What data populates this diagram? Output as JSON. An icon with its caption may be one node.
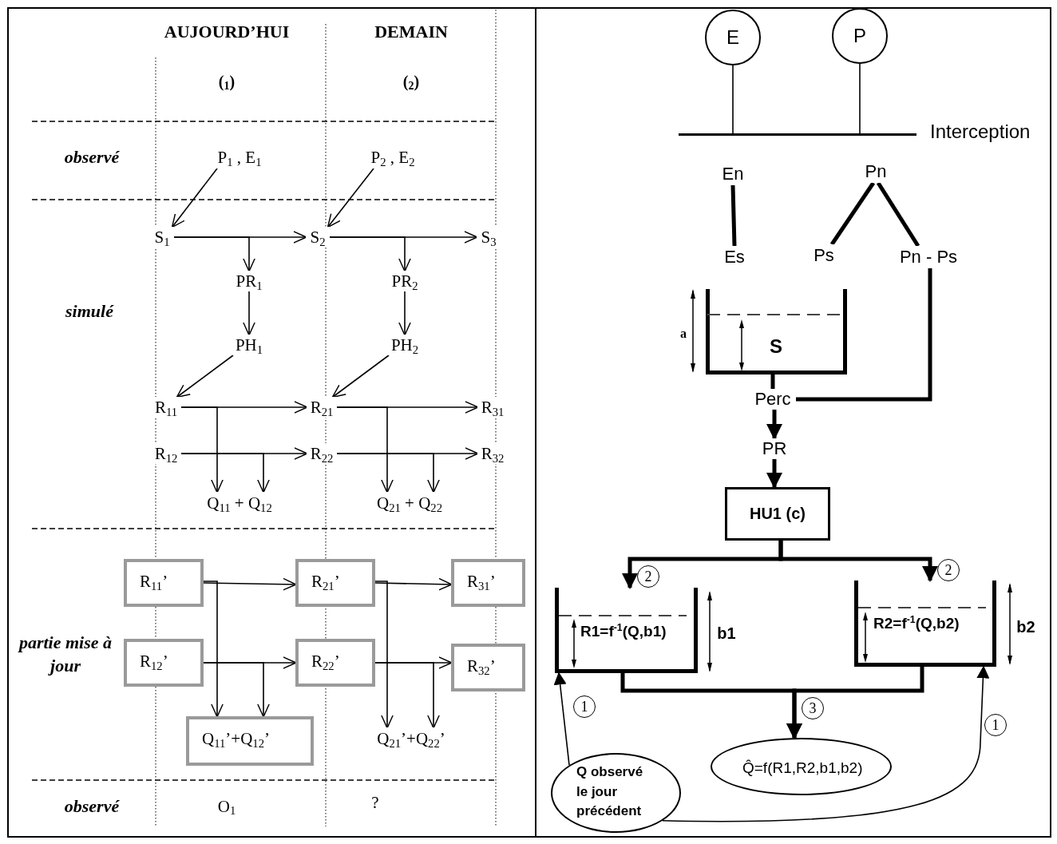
{
  "diagram": {
    "nodes": [
      {
        "text": [
          "P$_{1}$ , E$_{1}$"
        ]
      },
      {
        "text": [
          "P$_{2}$ , E$_{2}$"
        ]
      },
      {
        "text": [
          "S$_{1}$"
        ]
      },
      {
        "text": [
          "S$_{2}$"
        ]
      },
      {
        "text": [
          "S$_{3}$"
        ]
      },
      {
        "text": [
          "PR$_{1}$"
        ]
      },
      {
        "text": [
          "PR$_{2}$"
        ]
      },
      {
        "text": [
          "PH$_{1}$"
        ]
      },
      {
        "text": [
          "PH$_{2}$"
        ]
      },
      {
        "text": [
          "R$_{11}$"
        ]
      },
      {
        "text": [
          "R$_{21}$"
        ]
      },
      {
        "text": [
          "R$_{31}$"
        ]
      },
      {
        "text": [
          "R$_{12}$"
        ]
      },
      {
        "text": [
          "R$_{22}$"
        ]
      },
      {
        "text": [
          "R$_{32}$"
        ]
      },
      {
        "text": [
          "Q$_{11}$ + Q$_{12}$"
        ]
      },
      {
        "text": [
          "Q$_{21}$ + Q$_{22}$"
        ]
      },
      {
        "text": [
          "R$_{11}$’"
        ]
      },
      {
        "text": [
          "R$_{21}$’"
        ]
      },
      {
        "text": [
          "R$_{31}$’"
        ]
      },
      {
        "text": [
          "R$_{12}$’"
        ]
      },
      {
        "text": [
          "R$_{22}$’"
        ]
      },
      {
        "text": [
          "R$_{32}$’"
        ]
      },
      {
        "text": [
          "Q$_{11}$’+Q$_{12}$’"
        ]
      },
      {
        "text": [
          "Q$_{21}$’+Q$_{22}$’"
        ]
      },
      {
        "text": [
          "E"
        ]
      },
      {
        "text": [
          "P"
        ]
      },
      {
        "text": [],
        "shape": "bar",
        "beside": [
          "Interception"
        ]
      },
      {
        "text": [
          "En"
        ]
      },
      {
        "text": [
          "Es"
        ]
      },
      {
        "text": [
          "Pn"
        ]
      },
      {
        "text": [
          "Ps"
        ]
      },
      {
        "text": [
          "Pn - Ps"
        ]
      },
      {
        "text": [
          "S"
        ]
      },
      {
        "text": [
          "Perc"
        ]
      },
      {
        "text": [
          "PR"
        ]
      },
      {
        "text": [
          "HU1 (c)"
        ]
      },
      {
        "text": [
          "R1=f$^{-1}$(Q,b1)"
        ]
      },
      {
        "text": [
          "R2=f$^{-1}$(Q,b2)"
        ]
      },
      {
        "text": [
          "Q̂=f(R1,R2,b1,b2)"
        ]
      },
      {
        "text": [
          "Q observé le jour précédent"
        ]
      }
    ],
    "edges": [
      {
        "from": 0,
        "to": 2,
        "arrow": "to"
      },
      {
        "from": 1,
        "to": 3,
        "arrow": "to"
      },
      {
        "from": 2,
        "to": 3,
        "arrow": "to"
      },
      {
        "from": 3,
        "to": 4,
        "arrow": "to"
      },
      {
        "from": 2,
        "to": 5,
        "arrow": "to"
      },
      {
        "from": 3,
        "to": 6,
        "arrow": "to"
      },
      {
        "from": 5,
        "to": 7,
        "arrow": "to"
      },
      {
        "from": 6,
        "to": 8,
        "arrow": "to"
      },
      {
        "from": 7,
        "to": 9,
        "arrow": "to"
      },
      {
        "from": 8,
        "to": 10,
        "arrow": "to"
      },
      {
        "from": 9,
        "to": 10,
        "arrow": "to"
      },
      {
        "from": 10,
        "to": 11,
        "arrow": "to"
      },
      {
        "from": 12,
        "to": 13,
        "arrow": "to"
      },
      {
        "from": 13,
        "to": 14,
        "arrow": "to"
      },
      {
        "from": 9,
        "to": 15,
        "arrow": "to"
      },
      {
        "from": 12,
        "to": 15,
        "arrow": "to"
      },
      {
        "from": 10,
        "to": 16,
        "arrow": "to"
      },
      {
        "from": 13,
        "to": 16,
        "arrow": "to"
      },
      {
        "from": 17,
        "to": 18,
        "arrow": "to"
      },
      {
        "from": 18,
        "to": 19,
        "arrow": "to"
      },
      {
        "from": 20,
        "to": 21,
        "arrow": "to"
      },
      {
        "from": 21,
        "to": 22,
        "arrow": "to"
      },
      {
        "from": 17,
        "to": 23,
        "arrow": "to"
      },
      {
        "from": 20,
        "to": 23,
        "arrow": "to"
      },
      {
        "from": 18,
        "to": 24,
        "arrow": "to"
      },
      {
        "from": 21,
        "to": 24,
        "arrow": "to"
      },
      {
        "from": 25,
        "to": 27,
        "arrow": "none"
      },
      {
        "from": 26,
        "to": 27,
        "arrow": "none"
      },
      {
        "from": 28,
        "to": 29,
        "arrow": "none",
        "style": "thick"
      },
      {
        "from": 30,
        "to": 31,
        "arrow": "none",
        "style": "thick"
      },
      {
        "from": 30,
        "to": 32,
        "arrow": "none",
        "style": "thick"
      },
      {
        "from": 33,
        "to": 34,
        "arrow": "none",
        "style": "thick"
      },
      {
        "from": 32,
        "to": 34,
        "arrow": "none",
        "style": "thick"
      },
      {
        "from": 34,
        "to": 35,
        "arrow": "to",
        "style": "thick"
      },
      {
        "from": 35,
        "to": 36,
        "arrow": "to",
        "style": "thick"
      },
      {
        "from": 36,
        "to": 37,
        "arrow": "to",
        "style": "thick",
        "label": "2"
      },
      {
        "from": 36,
        "to": 38,
        "arrow": "to",
        "style": "thick",
        "label": "2"
      },
      {
        "from": 37,
        "to": 39,
        "arrow": "to",
        "style": "thick",
        "label": "3"
      },
      {
        "from": 38,
        "to": 39,
        "arrow": "to",
        "style": "thick"
      },
      {
        "from": 40,
        "to": 37,
        "arrow": "to",
        "label": "1"
      },
      {
        "from": 40,
        "to": 38,
        "arrow": "to",
        "label": "1"
      }
    ],
    "labels": [
      "AUJOURD’HUI",
      "DEMAIN",
      "($_{1}$)",
      "($_{2}$)",
      "observé",
      "simulé",
      "partie mise à jour",
      "observé",
      "O$_{1}$",
      "?",
      "a",
      "b1",
      "b2"
    ]
  }
}
